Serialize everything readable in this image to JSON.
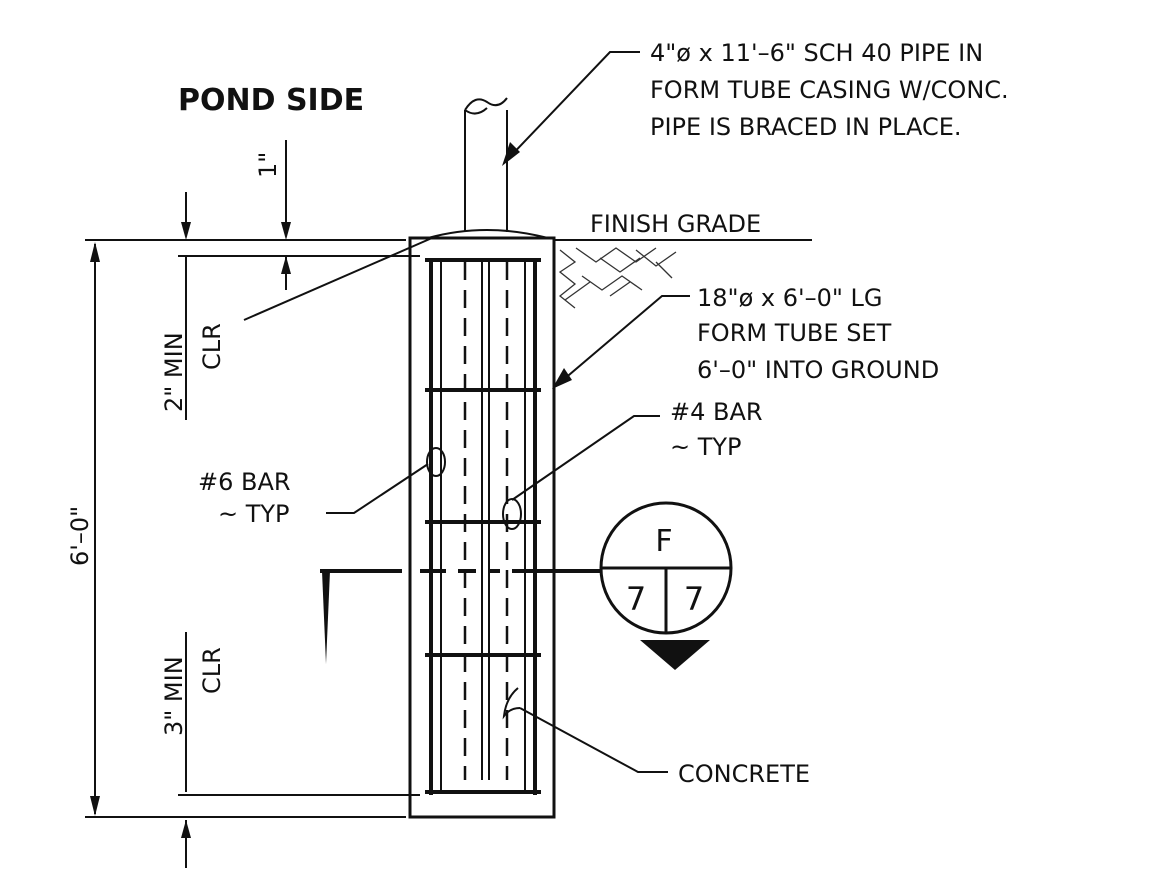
{
  "labels": {
    "pond_side": "POND SIDE",
    "pipe_callout": [
      "4\"ø x 11'–6\" SCH 40 PIPE IN",
      "FORM TUBE CASING W/CONC.",
      "PIPE IS BRACED IN PLACE."
    ],
    "finish_grade": "FINISH GRADE",
    "form_tube_callout": [
      "18\"ø x 6'–0\" LG",
      "FORM TUBE SET",
      "6'–0\" INTO GROUND"
    ],
    "bar4_callout": [
      "#4 BAR",
      "~ TYP"
    ],
    "bar6_callout": [
      "#6 BAR",
      "~ TYP"
    ],
    "concrete": "CONCRETE"
  },
  "dimensions": {
    "top_gap": "1\"",
    "top_clear_value": "2\" MIN",
    "top_clear_label": "CLR",
    "overall_depth": "6'–0\"",
    "bottom_clear_value": "3\" MIN",
    "bottom_clear_label": "CLR"
  },
  "section_marker": {
    "letter": "F",
    "left_sheet": "7",
    "right_sheet": "7"
  }
}
